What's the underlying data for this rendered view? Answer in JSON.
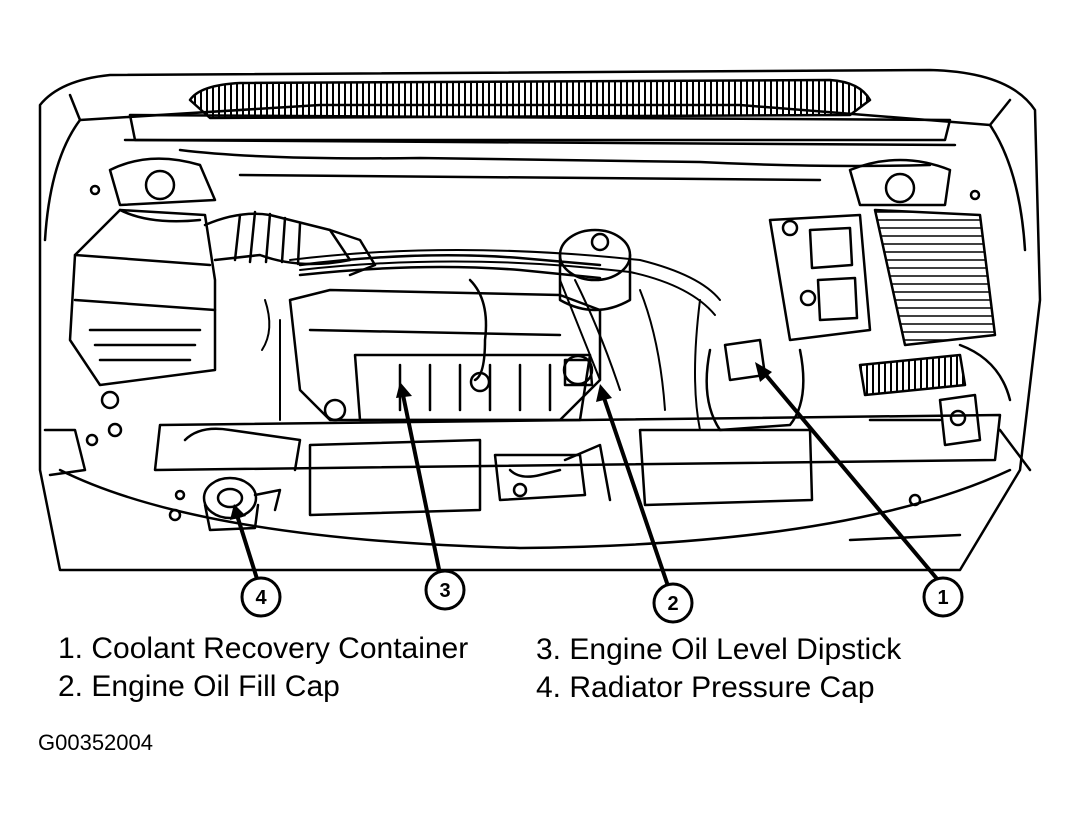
{
  "diagram": {
    "callouts": [
      {
        "id": "1",
        "label": "1"
      },
      {
        "id": "2",
        "label": "2"
      },
      {
        "id": "3",
        "label": "3"
      },
      {
        "id": "4",
        "label": "4"
      }
    ],
    "legend": [
      {
        "num": "1.",
        "text": "Coolant Recovery Container"
      },
      {
        "num": "2.",
        "text": "Engine Oil Fill Cap"
      },
      {
        "num": "3.",
        "text": "Engine Oil Level Dipstick"
      },
      {
        "num": "4.",
        "text": "Radiator Pressure Cap"
      }
    ],
    "figure_id": "G00352004"
  }
}
